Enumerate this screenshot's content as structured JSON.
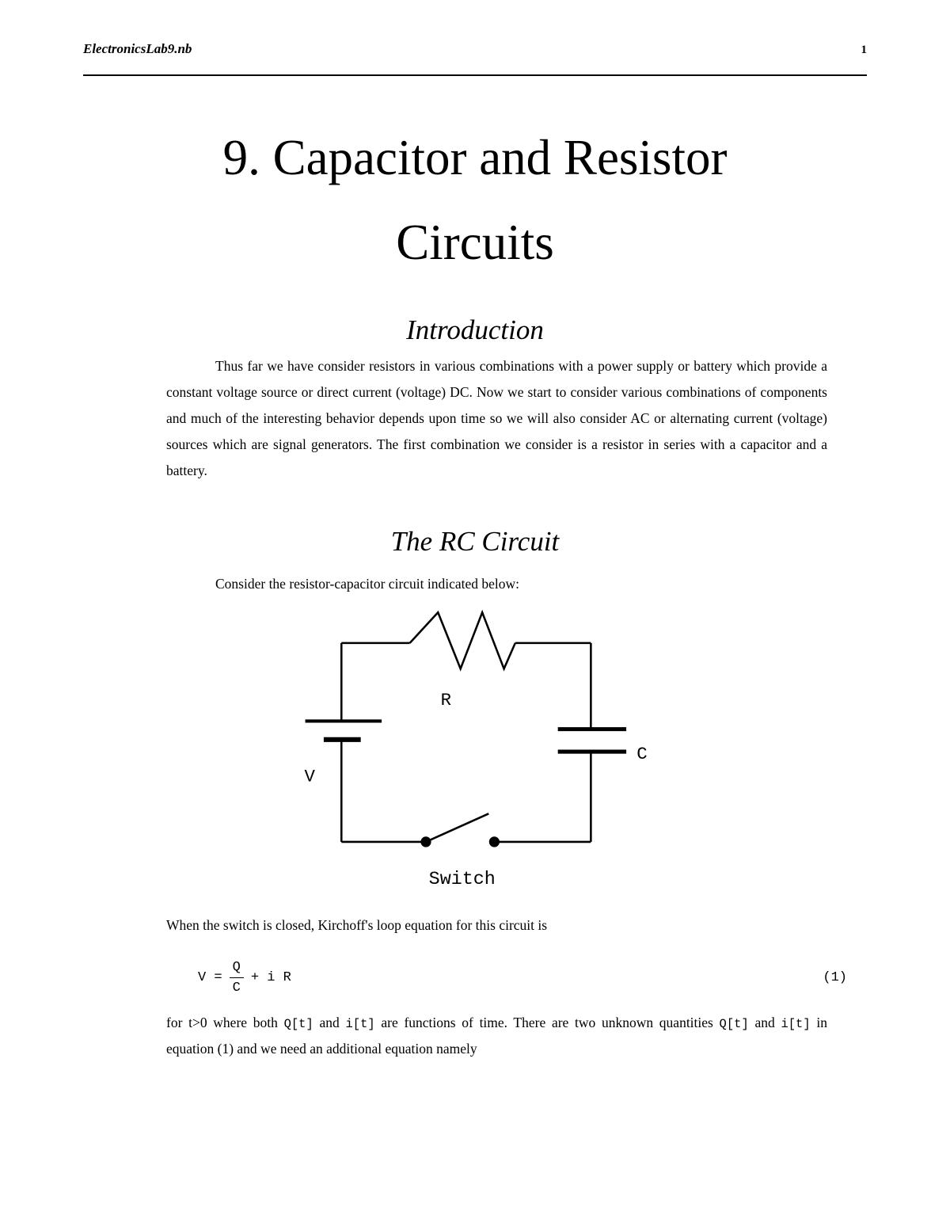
{
  "header": {
    "filename": "ElectronicsLab9.nb",
    "page_number": "1"
  },
  "title": {
    "line1": "9. Capacitor and Resistor",
    "line2": "Circuits"
  },
  "introduction": {
    "heading": "Introduction",
    "paragraph": "Thus far we have consider resistors in various combinations with a power supply or battery which provide a constant voltage source or direct current (voltage) DC.  Now we start to consider various combinations of components and much of the interesting behavior depends upon time so we will also consider AC or alternating current (voltage) sources which are signal generators.   The first combination we consider is a resistor in series with a capacitor and a battery."
  },
  "rc_circuit": {
    "heading": "The RC Circuit",
    "lead_in": "Consider the resistor-capacitor circuit indicated below:",
    "diagram": {
      "resistor_label": "R",
      "battery_label": "V",
      "capacitor_label": "C",
      "switch_label": "Switch"
    },
    "kirchoff_line": "When the switch is closed, Kirchoff's loop equation for this circuit is",
    "equation": {
      "lhs": "V =",
      "numerator": "Q",
      "denominator": "C",
      "rhs": "+ i R",
      "number": "(1)"
    },
    "closing": {
      "seg1": "for t>0 where both ",
      "code1": "Q[t]",
      "seg2": " and ",
      "code2": "i[t]",
      "seg3": " are functions of time.  There are two unknown quantities   ",
      "code3": "Q[t]",
      "seg4": " and ",
      "code4": "i[t]",
      "seg5": " in equation (1) and we need an additional equation namely"
    }
  }
}
